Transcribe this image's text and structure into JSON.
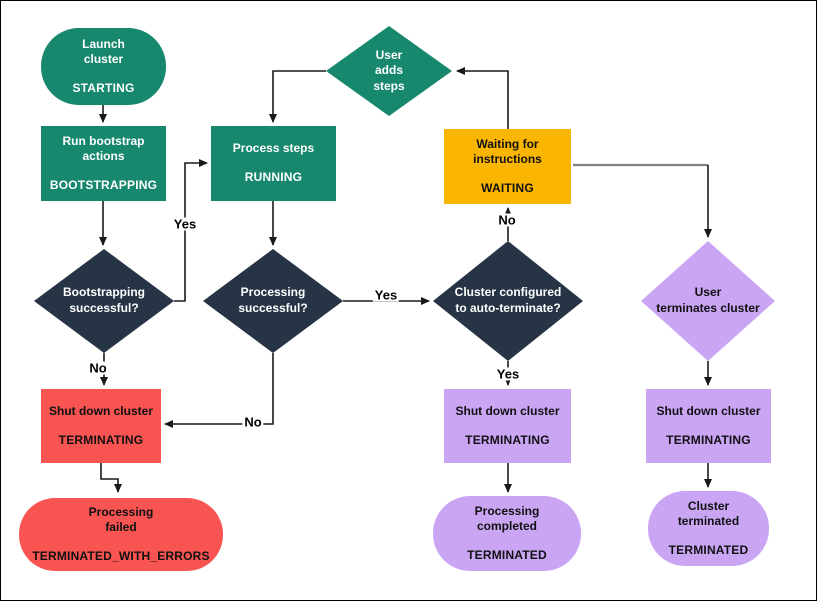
{
  "colors": {
    "teal": "#17876D",
    "navy": "#263445",
    "gold": "#F9B500",
    "red": "#F85452",
    "purple": "#C9A5F4",
    "connector": "#1a1a1a",
    "connector_gray": "#808080"
  },
  "nodes": {
    "launch": {
      "title": "Launch\ncluster",
      "state": "STARTING"
    },
    "bootstrap": {
      "title": "Run bootstrap\nactions",
      "state": "BOOTSTRAPPING"
    },
    "process_steps": {
      "title": "Process steps",
      "state": "RUNNING"
    },
    "user_adds": {
      "title": "User\nadds\nsteps"
    },
    "waiting": {
      "title": "Waiting for\ninstructions",
      "state": "WAITING"
    },
    "bootstrapping_q": {
      "title": "Bootstrapping\nsuccessful?"
    },
    "processing_q": {
      "title": "Processing\nsuccessful?"
    },
    "autoterminate_q": {
      "title": "Cluster configured\nto auto-terminate?"
    },
    "user_terminates": {
      "title": "User\nterminates cluster"
    },
    "shutdown_red": {
      "title": "Shut down cluster",
      "state": "TERMINATING"
    },
    "failed": {
      "title": "Processing\nfailed",
      "state": "TERMINATED_WITH_ERRORS"
    },
    "shutdown_mid": {
      "title": "Shut down cluster",
      "state": "TERMINATING"
    },
    "completed": {
      "title": "Processing\ncompleted",
      "state": "TERMINATED"
    },
    "shutdown_right": {
      "title": "Shut down cluster",
      "state": "TERMINATING"
    },
    "terminated": {
      "title": "Cluster\nterminated",
      "state": "TERMINATED"
    }
  },
  "edge_labels": {
    "bootstrapping_yes": "Yes",
    "bootstrapping_no": "No",
    "processing_yes": "Yes",
    "processing_no": "No",
    "autoterminate_no": "No",
    "autoterminate_yes": "Yes"
  }
}
